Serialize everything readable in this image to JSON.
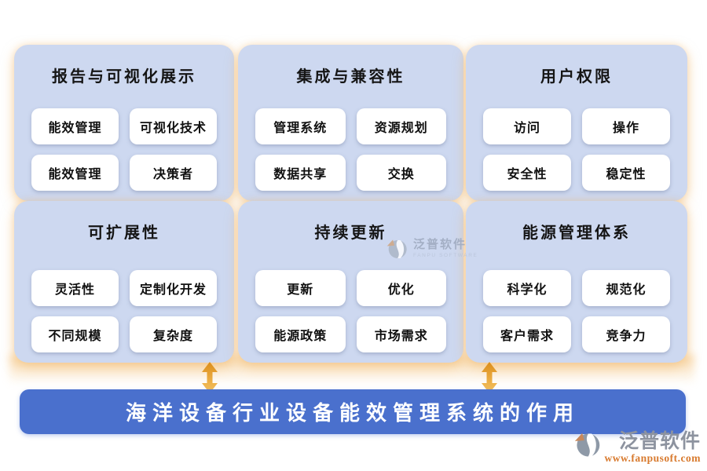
{
  "panels": [
    {
      "title": "报告与可视化展示",
      "buttons": [
        "能效管理",
        "可视化技术",
        "能效管理",
        "决策者"
      ]
    },
    {
      "title": "集成与兼容性",
      "buttons": [
        "管理系统",
        "资源规划",
        "数据共享",
        "交换"
      ]
    },
    {
      "title": "用户权限",
      "buttons": [
        "访问",
        "操作",
        "安全性",
        "稳定性"
      ]
    },
    {
      "title": "可扩展性",
      "buttons": [
        "灵活性",
        "定制化开发",
        "不同规模",
        "复杂度"
      ]
    },
    {
      "title": "持续更新",
      "buttons": [
        "更新",
        "优化",
        "能源政策",
        "市场需求"
      ]
    },
    {
      "title": "能源管理体系",
      "buttons": [
        "科学化",
        "规范化",
        "客户需求",
        "竞争力"
      ]
    }
  ],
  "banner": {
    "title": "海洋设备行业设备能效管理系统的作用"
  },
  "watermark": {
    "name": "泛普软件",
    "subtitle": "FANPU SOFTWARE"
  },
  "footer_logo": {
    "name": "泛普软件",
    "url": "www.fanpusoft.com"
  },
  "colors": {
    "panel_bg": "#cdd8f0",
    "banner_bg": "#4a70cd",
    "arrow_orange_dark": "#db8d1a",
    "arrow_orange_light": "#f6c463",
    "glow": "#f5c586",
    "watermark_grey": "#9aa6bb",
    "logo_grey": "#8d939f",
    "logo_orange": "#d87a2e"
  }
}
